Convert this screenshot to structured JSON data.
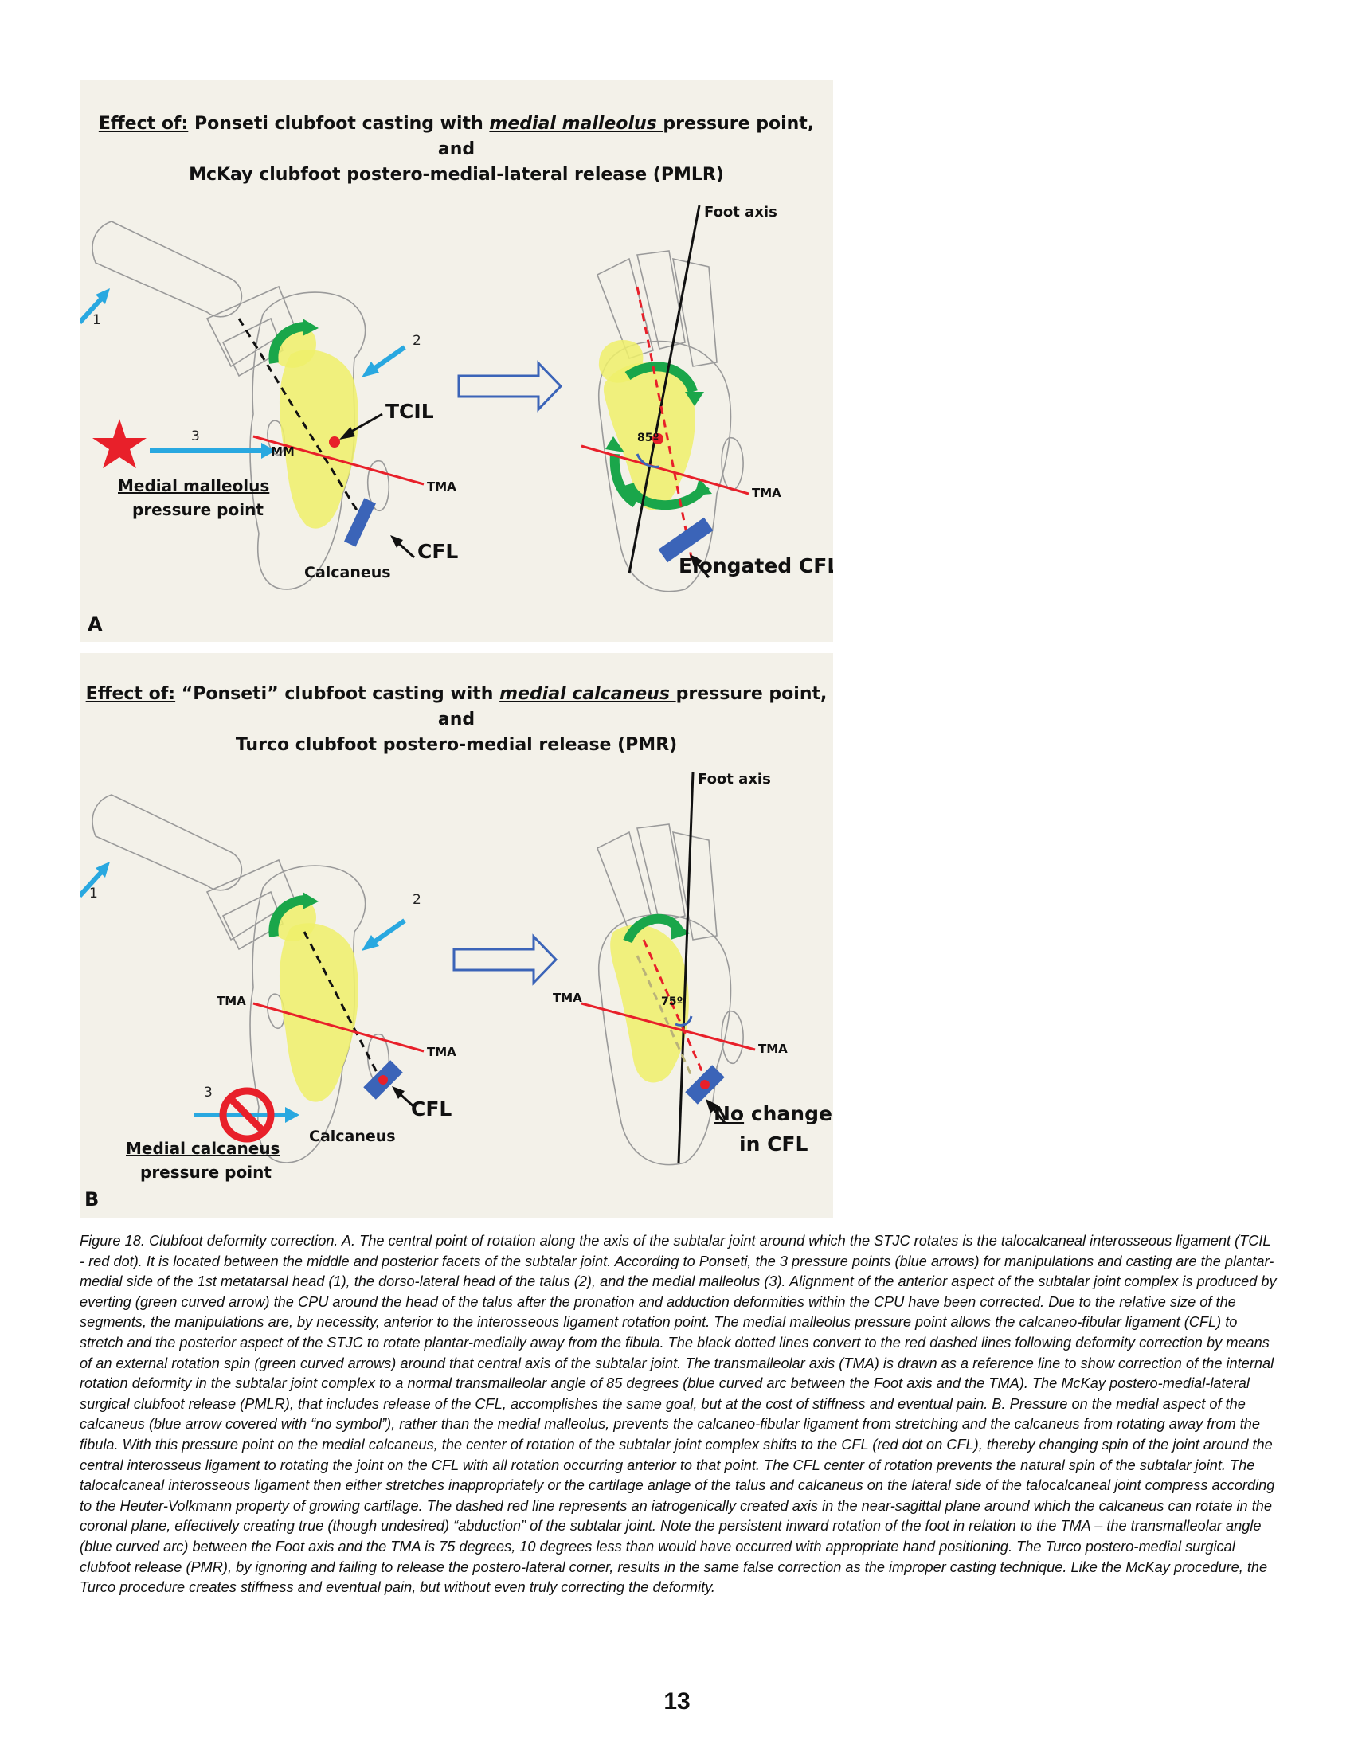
{
  "panel_a": {
    "title_effect": "Effect of:",
    "title_line1_pre": " Ponseti clubfoot casting with ",
    "title_line1_em": "medial malleolus ",
    "title_line1_post": "pressure point,",
    "title_line2": "and",
    "title_line3": "McKay clubfoot postero-medial-lateral release (PMLR)",
    "foot_axis": "Foot axis",
    "tcil": "TCIL",
    "mm": "MM",
    "tma_left": "TMA",
    "tma_right": "TMA",
    "cfl": "CFL",
    "calcaneus": "Calcaneus",
    "pressure_line1": "Medial malleolus",
    "pressure_line2": "pressure point",
    "elongated_cfl": "Elongated CFL",
    "angle": "85º",
    "arrow1": "1",
    "arrow2": "2",
    "arrow3": "3",
    "letter": "A"
  },
  "panel_b": {
    "title_effect": "Effect of:",
    "title_line1_pre": " “Ponseti” clubfoot casting with ",
    "title_line1_em": "medial calcaneus ",
    "title_line1_post": "pressure point,",
    "title_line2": "and",
    "title_line3": "Turco clubfoot postero-medial release (PMR)",
    "foot_axis": "Foot axis",
    "tma_left1": "TMA",
    "tma_left2": "TMA",
    "tma_right1": "TMA",
    "tma_right2": "TMA",
    "cfl": "CFL",
    "calcaneus": "Calcaneus",
    "pressure_line1": "Medial calcaneus",
    "pressure_line2": "pressure point",
    "no_change_no": "No",
    "no_change_rest": " change",
    "no_change_line2": "in CFL",
    "angle": "75º",
    "arrow1": "1",
    "arrow2": "2",
    "arrow3": "3",
    "letter": "B"
  },
  "caption": "Figure 18. Clubfoot deformity correction. A. The central point of rotation along the axis of the subtalar joint around which the STJC rotates is the talocalcaneal interosseous ligament (TCIL - red dot). It is located between the middle and posterior facets of the subtalar joint. According to Ponseti, the 3 pressure points (blue arrows) for manipulations and casting are the plantar-medial side of the 1st metatarsal head (1), the dorso-lateral head of the talus (2), and the medial malleolus (3). Alignment of the anterior aspect of the subtalar joint complex is produced by everting (green curved arrow) the CPU around the head of the talus after the pronation and adduction deformities within the CPU have been corrected. Due to the relative size of the segments, the manipulations are, by necessity, anterior to the interosseous ligament rotation point. The medial malleolus pressure point allows the calcaneo-fibular ligament (CFL) to stretch and the posterior aspect of the STJC to rotate plantar-medially away from the fibula. The black dotted lines convert to the red dashed lines following deformity correction by means of an external rotation spin (green curved arrows) around that central axis of the subtalar joint. The transmalleolar axis (TMA) is drawn as a reference line to show correction of the internal rotation deformity in the subtalar joint complex to a normal transmalleolar angle of 85 degrees (blue curved arc between the Foot axis and the TMA). The McKay postero-medial-lateral surgical clubfoot release (PMLR), that includes release of the CFL, accomplishes the same goal, but at the cost of stiffness and eventual pain. B. Pressure on the medial aspect of the calcaneus (blue arrow covered with “no symbol”), rather than the medial malleolus, prevents the calcaneo-fibular ligament from stretching and the calcaneus from rotating away from the fibula. With this pressure point on the medial calcaneus, the center of rotation of the subtalar joint complex shifts to the CFL (red dot on CFL), thereby changing spin of the joint around the central interosseus ligament to rotating the joint on the CFL with all rotation occurring anterior to that point. The CFL center of rotation prevents the natural spin of the subtalar joint. The talocalcaneal interosseous ligament then either stretches inappropriately or the cartilage anlage of the talus and calcaneus on the lateral side of the talocalcaneal joint compress according to the Heuter-Volkmann property of growing cartilage. The dashed red line represents an iatrogenically created axis in the near-sagittal plane around which the calcaneus can rotate in the coronal plane, effectively creating true (though undesired) “abduction” of the subtalar joint. Note the persistent inward rotation of the foot in relation to the TMA – the transmalleolar angle (blue curved arc) between the Foot axis and the TMA is 75 degrees, 10 degrees less than would have occurred with appropriate hand positioning. The Turco postero-medial surgical clubfoot release (PMR), by ignoring and failing to release the postero-lateral corner, results in the same false correction as the improper casting technique. Like the McKay procedure, the Turco procedure creates stiffness and eventual pain, but without even truly correcting the deformity.",
  "page_number": "13",
  "colors": {
    "panel_bg": "#f3f1e9",
    "bone_yellow": "#eef06a",
    "arrow_blue": "#29a8e0",
    "line_red": "#e8202a",
    "cfl_blue": "#3b64b8",
    "green": "#1aa64a"
  }
}
